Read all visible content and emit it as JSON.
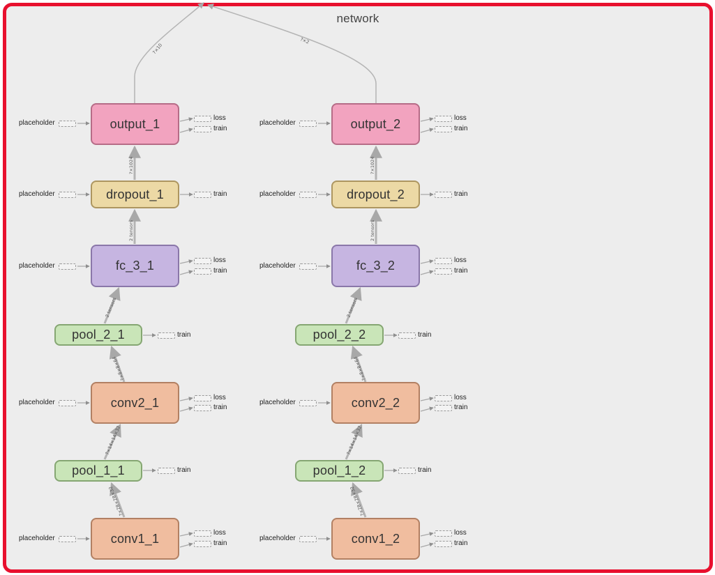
{
  "graph": {
    "title": "network",
    "accent_color": "#e8102e",
    "node_colors": {
      "output": "#f2a3bf",
      "dropout": "#ecd9a5",
      "fc": "#c6b5e1",
      "pool": "#c9e5b8",
      "conv": "#f0bd9f"
    },
    "columns": [
      {
        "output": "output_1",
        "dropout": "dropout_1",
        "fc": "fc_3_1",
        "pool2": "pool_2_1",
        "conv2": "conv2_1",
        "pool1": "pool_1_1",
        "conv1": "conv1_1"
      },
      {
        "output": "output_2",
        "dropout": "dropout_2",
        "fc": "fc_3_2",
        "pool2": "pool_2_2",
        "conv2": "conv2_2",
        "pool1": "pool_1_2",
        "conv1": "conv1_2"
      }
    ],
    "aux": {
      "placeholder": "placeholder",
      "loss": "loss",
      "train": "train"
    },
    "edge_labels": {
      "top_left": "?×10",
      "top_right": "?×2",
      "output_in": "?×1024",
      "dropout_in": "2 tensors",
      "fc_in": "2 tensors",
      "pool2_in": "?×8×8×64",
      "pool1_in": "?×14×14×32",
      "conv1_in": "?×28×28×32"
    }
  }
}
